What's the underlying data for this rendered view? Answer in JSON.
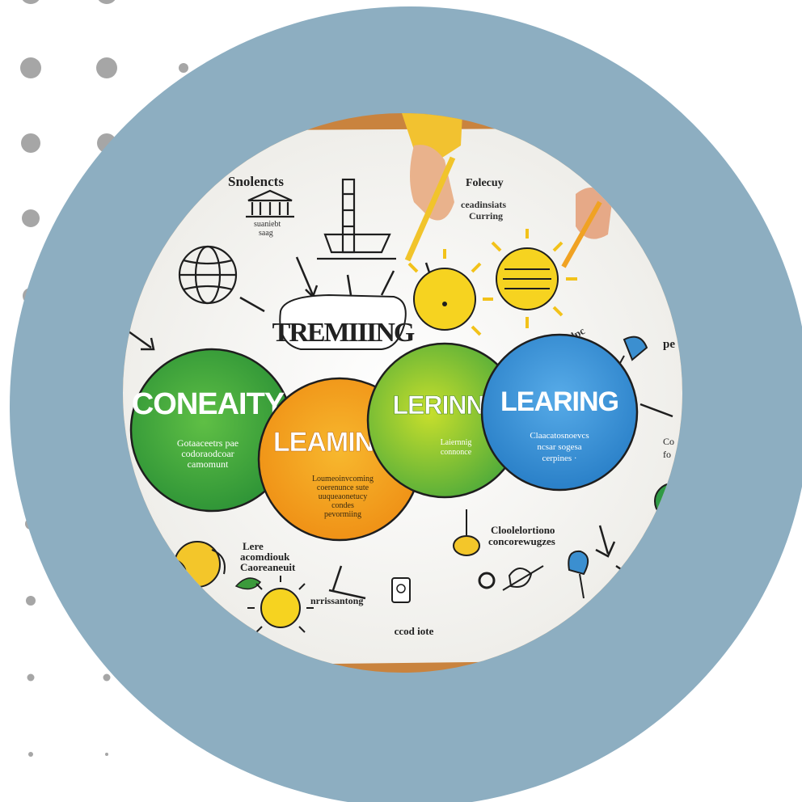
{
  "colors": {
    "ring": "#8daec1",
    "dots": "#a6a6a6",
    "circle_green": "#37a63a",
    "circle_orange": "#f4a11b",
    "circle_lime": "#8cc63f",
    "circle_blue": "#3a93d6",
    "sun_yellow": "#f6d21e"
  },
  "photo": {
    "title": "TREMIIING",
    "labels": {
      "top_left": "Snolencts",
      "top_left_sub": "suaniebt\nsaag",
      "top_right": "Folecuy",
      "top_right_sub": "ceadinsiats\nCurring",
      "right_edge": "pe",
      "right_edge_2": "Co\nfo",
      "bottom_left": "Lere\nacomdiouk\nCaoreaneuit",
      "bottom_mid": "nrrissantong",
      "bottom_center": "ccod iote",
      "bottom_right": "Cloolelortiono\nconcorewugzes"
    },
    "circles": [
      {
        "heading": "CONEAITY",
        "body": "Gotaaceetrs pae\ncodoraodcoar\ncamomunt"
      },
      {
        "heading": "LEAMINIG",
        "body": "Loumeoinvcoming\ncoerenunce sute\nuuqueaonetucy\ncondes\npevormiing"
      },
      {
        "heading": "LERINNIK",
        "body": "Laiernnig\nconnonce"
      },
      {
        "heading": "LEARING",
        "body": "Claacatosnoevcs\nncsar sogesa\ncerpines ·"
      }
    ]
  }
}
